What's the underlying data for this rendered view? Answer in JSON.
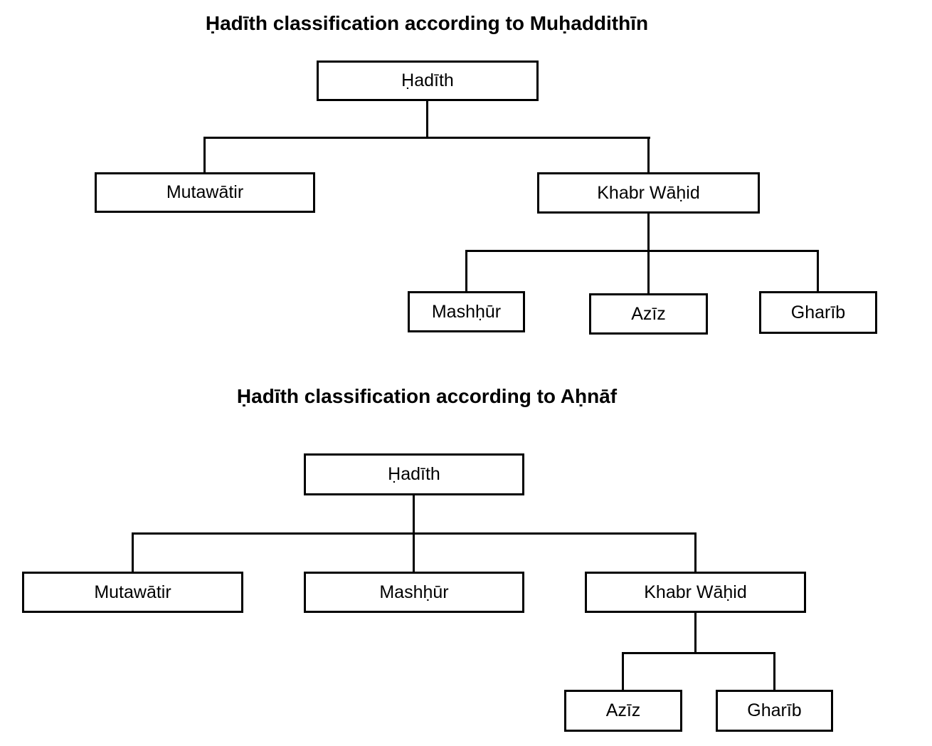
{
  "colors": {
    "background": "#ffffff",
    "line": "#000000",
    "text": "#000000",
    "node_fill": "#ffffff",
    "node_border": "#000000"
  },
  "diagrams": [
    {
      "title": "Ḥadīth classification according to Muḥaddithīn",
      "nodes": [
        {
          "id": "hadith",
          "label": "Ḥadīth",
          "parent": null
        },
        {
          "id": "mutawatir",
          "label": "Mutawātir",
          "parent": "hadith"
        },
        {
          "id": "khabr-wahid",
          "label": "Khabr Wāḥid",
          "parent": "hadith"
        },
        {
          "id": "mashhur",
          "label": "Mashḥūr",
          "parent": "khabr-wahid"
        },
        {
          "id": "aziz",
          "label": "Azīz",
          "parent": "khabr-wahid"
        },
        {
          "id": "gharib",
          "label": "Gharīb",
          "parent": "khabr-wahid"
        }
      ]
    },
    {
      "title": "Ḥadīth classification according to Aḥnāf",
      "nodes": [
        {
          "id": "hadith",
          "label": "Ḥadīth",
          "parent": null
        },
        {
          "id": "mutawatir",
          "label": "Mutawātir",
          "parent": "hadith"
        },
        {
          "id": "mashhur",
          "label": "Mashḥūr",
          "parent": "hadith"
        },
        {
          "id": "khabr-wahid",
          "label": "Khabr Wāḥid",
          "parent": "hadith"
        },
        {
          "id": "aziz",
          "label": "Azīz",
          "parent": "khabr-wahid"
        },
        {
          "id": "gharib",
          "label": "Gharīb",
          "parent": "khabr-wahid"
        }
      ]
    }
  ]
}
